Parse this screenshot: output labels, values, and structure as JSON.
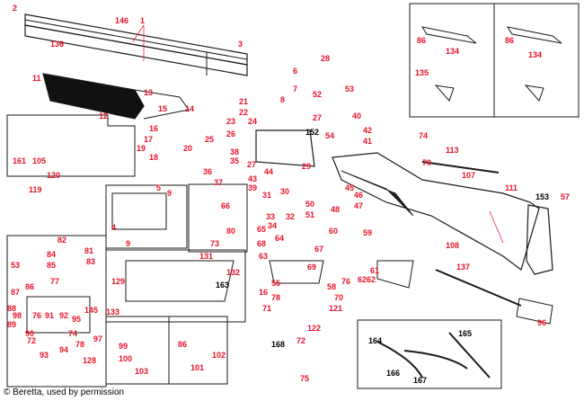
{
  "diagram": {
    "copyright": "© Beretta, used by permission",
    "colors": {
      "red_label": "#e8132a",
      "black_label": "#000000",
      "line": "#1a1a1a"
    },
    "labels": [
      "2",
      "146",
      "1",
      "136",
      "3",
      "28",
      "6",
      "11",
      "7",
      "13",
      "8",
      "52",
      "53",
      "12",
      "15",
      "14",
      "21",
      "22",
      "27",
      "40",
      "23",
      "24",
      "26",
      "42",
      "41",
      "16",
      "17",
      "19",
      "18",
      "20",
      "25",
      "152",
      "54",
      "161",
      "105",
      "38",
      "35",
      "27",
      "44",
      "43",
      "29",
      "45",
      "46",
      "31",
      "30",
      "47",
      "36",
      "37",
      "39",
      "120",
      "119",
      "5",
      "9",
      "66",
      "80",
      "73",
      "4",
      "9",
      "33",
      "34",
      "32",
      "50",
      "51",
      "48",
      "65",
      "64",
      "60",
      "68",
      "62",
      "63",
      "67",
      "59",
      "61",
      "62",
      "69",
      "70",
      "71",
      "58",
      "76",
      "121",
      "55",
      "16",
      "78",
      "122",
      "72",
      "168",
      "75",
      "82",
      "81",
      "84",
      "83",
      "85",
      "53",
      "77",
      "87",
      "86",
      "88",
      "98",
      "89",
      "90",
      "76",
      "91",
      "92",
      "95",
      "145",
      "94",
      "93",
      "97",
      "128",
      "72",
      "74",
      "78",
      "129",
      "131",
      "132",
      "163",
      "133",
      "96",
      "99",
      "100",
      "103",
      "86",
      "102",
      "101",
      "74",
      "79",
      "113",
      "107",
      "111",
      "153",
      "57",
      "108",
      "137",
      "164",
      "165",
      "166",
      "167",
      "86",
      "134",
      "135",
      "86",
      "134"
    ]
  }
}
